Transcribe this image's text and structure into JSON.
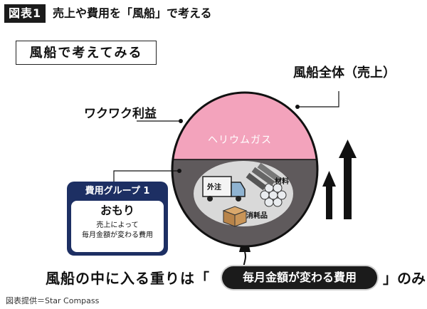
{
  "header": {
    "badge": "図表1",
    "title": "売上や費用を「風船」で考える"
  },
  "concept_box": "風船で考えてみる",
  "labels": {
    "whole": "風船全体（売上）",
    "profit": "ワクワク利益",
    "helium": "ヘリウムガス"
  },
  "inside": {
    "outsourcing": "外注",
    "materials": "材料",
    "consumables": "消耗品"
  },
  "group_card": {
    "title": "費用グループ 1",
    "name": "おもり",
    "desc_line1": "売上によって",
    "desc_line2": "毎月金額が変わる費用"
  },
  "bottom": {
    "text": "風船の中に入る重りは「",
    "pill": "毎月金額が変わる費用",
    "tail": "」のみ"
  },
  "source": "図表提供＝Star Compass",
  "colors": {
    "helium_pink": "#f3a3bc",
    "weight_gray": "#5f5a5c",
    "card_navy": "#1d2f63"
  }
}
